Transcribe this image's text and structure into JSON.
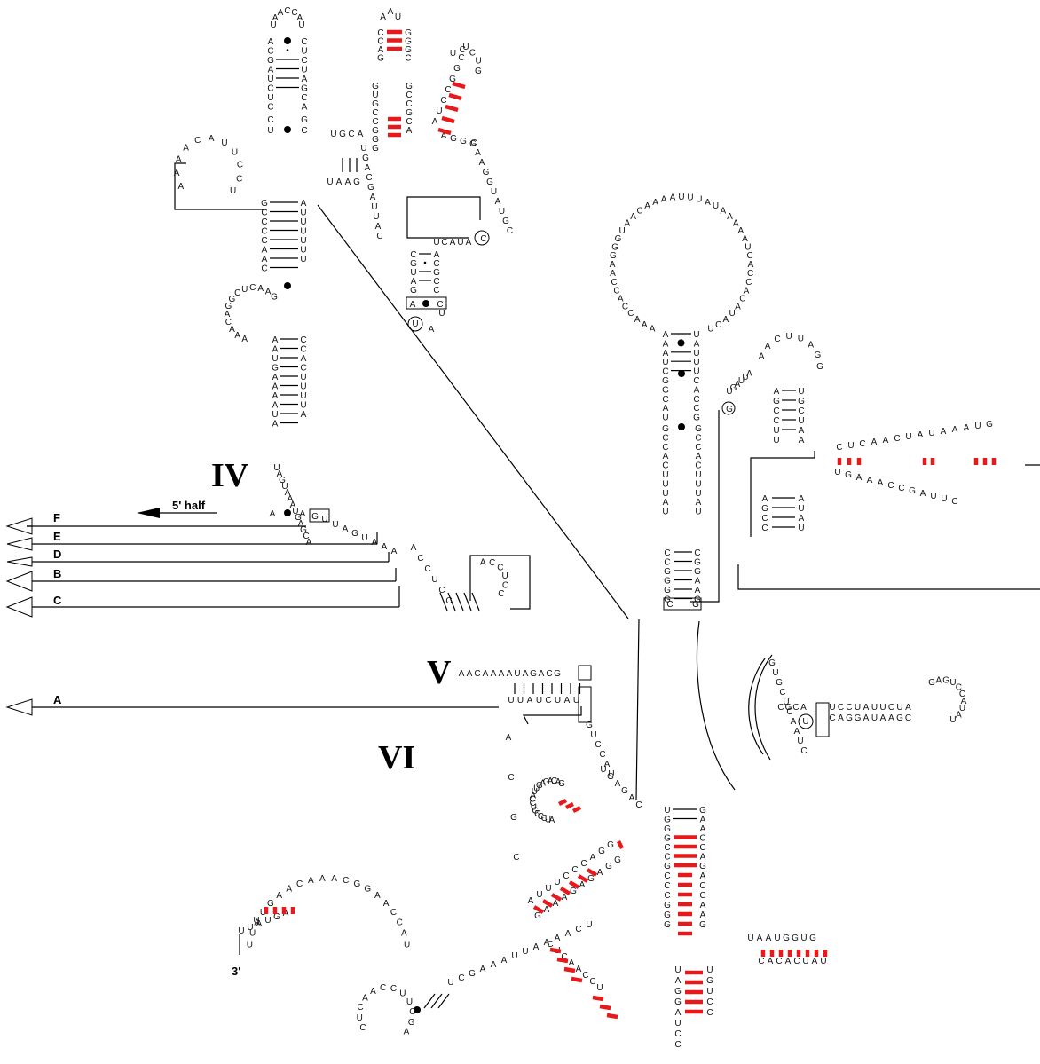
{
  "domain_labels": {
    "iv": "IV",
    "v": "V",
    "vi": "VI"
  },
  "arrows": {
    "five_half": "5' half",
    "a": "A",
    "b": "B",
    "c": "C",
    "d": "D",
    "e": "E",
    "f": "F"
  },
  "termini": {
    "three_prime": "3'"
  },
  "sequences": {
    "ivHairpinLoop": "UAACCAU",
    "ivStemLeft": "ACGAUCUC",
    "ivStemRight": "UAUAGU",
    "ivLeftLoop": "AAAACAUUCCU",
    "ivMidLeft": "GCCCCAAC",
    "ivMidRight": "AUUUUUU",
    "ivBulgeLoop": "AAACAGGCUCAAG",
    "ivLower": "AAUGAAAAUA",
    "ivLowerR": "CCACUUUUA",
    "ivJunction": "UAGUAAAUGAGCA",
    "hpA_loop": "AAU",
    "hpA_left": "CCAGGUGCCGGG",
    "hpA_right": "CGUAGCCGCA",
    "hpB_loop": "UCCUG",
    "hpB_left": "AGGG",
    "hpB_right": "AUCCGGCU",
    "loopRing": "CAAGGUAUGCAUACUUGACGAUUACUUCCCC",
    "bigStemDown": "UGCAUAAGUCAUGCCCGG",
    "bigLoop": "AAACCACCAAGGGUAACAAAAUUUAUAAAAAUCACCACAUACU",
    "vStemL": "ACCUCCCCGGGGCGGAAG",
    "vStrand": "AACAAAAUAGACG",
    "vStrandB": "UUAUCUAU",
    "viColumn": "ACGC",
    "hp1": "AUCCGGUCCAUUGAGACAG",
    "hp2": "AUUUCCCAGGGAAAGAGAGG",
    "hp3": "CUCAACCUUCGAAAUUAAAACU",
    "hp4": "UGGGCCGCCCGGGACCAAG",
    "trail": "UUAUGAACAAACGGAACCAU",
    "rightStem": "AAAUCGGCAUGCCACUUUAU",
    "rightHp": "UGAUUAAACUUAGGCUCAACUAUAAAUGUGAAACCGAUUC",
    "rightHpB": "AGCCUUAUAUGUGCUCAAUCGU",
    "innerHp": "CGCAUCCUAUUCUAGAGUCCAUAUCAGGAUAAGCCAU",
    "bottomHp": "UAAUGGUGCACACUAUUAGGAUCCUGUCC"
  },
  "colors": {
    "highlight_pair": "#e8191b",
    "line": "#000000",
    "text": "#111111"
  }
}
